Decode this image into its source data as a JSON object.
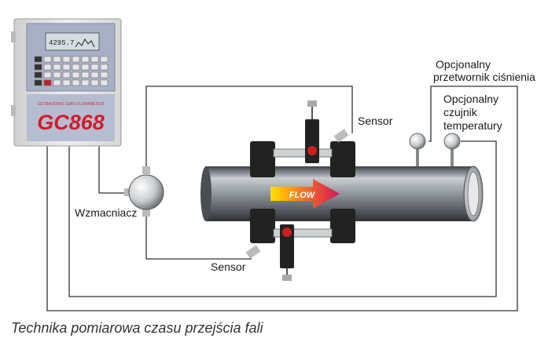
{
  "device": {
    "brand_line": "ULTRASONIC GAS FLOWMETER",
    "model": "GC868",
    "display_value": "4295.7"
  },
  "pipe": {
    "flow_label": "FLOW"
  },
  "labels": {
    "sensor_top": "Sensor",
    "sensor_bottom": "Sensor",
    "amplifier": "Wzmacniacz",
    "pressure_line1": "Opcjonalny",
    "pressure_line2": "przetwornik ciśnienia",
    "temp_line1": "Opcjonalny",
    "temp_line2": "czujnik",
    "temp_line3": "temperatury"
  },
  "caption": "Technika pomiarowa czasu przejścia fali",
  "colors": {
    "device_panel": "#a8b0c6",
    "device_body": "#e4e4e4",
    "model_text": "#d21c2a",
    "pipe_mid": "#9aa0a6",
    "flange": "#222222",
    "arrow_start": "#ffe000",
    "arrow_end": "#d4145a"
  }
}
